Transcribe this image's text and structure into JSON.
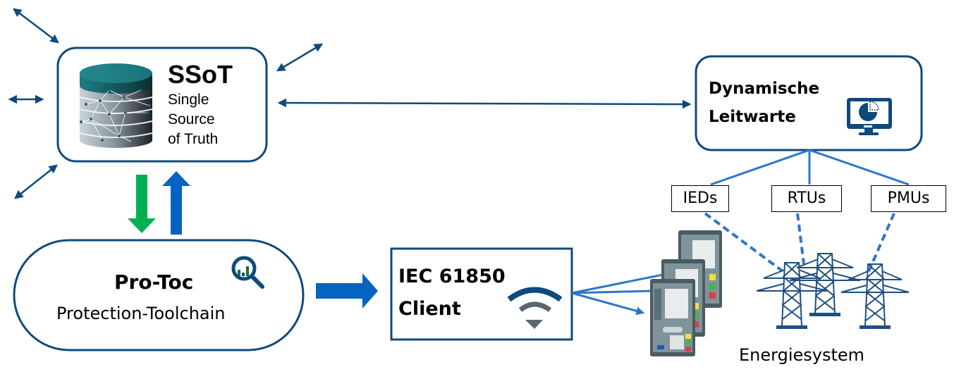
{
  "ssot": {
    "title": "SSoT",
    "subtitle_lines": [
      "Single",
      "Source",
      "of Truth"
    ],
    "icon": "database-network-icon"
  },
  "leitwarte": {
    "lines": [
      "Dynamische",
      "Leitwarte"
    ],
    "icon": "monitor-pie-chart-icon"
  },
  "protoc": {
    "title": "Pro-Toc",
    "subtitle": "Protection-Toolchain",
    "icon": "magnifier-bar-chart-icon"
  },
  "iec_client": {
    "lines": [
      "IEC 61850",
      "Client"
    ],
    "icon": "wifi-signal-icon"
  },
  "field_devices": [
    "IEDs",
    "RTUs",
    "PMUs"
  ],
  "energy_system": {
    "label": "Energiesystem",
    "icon": "power-tower-icon"
  },
  "relay_devices": {
    "icon": "protection-relay-device-icon",
    "count": 3
  },
  "colors": {
    "dark_blue": "#0E4A7C",
    "line_blue": "#2E75C9",
    "arrow_blue": "#0563C1",
    "arrow_green": "#00B050",
    "teal": "#1E8A8F",
    "gray_wifi": "#5B6770"
  }
}
